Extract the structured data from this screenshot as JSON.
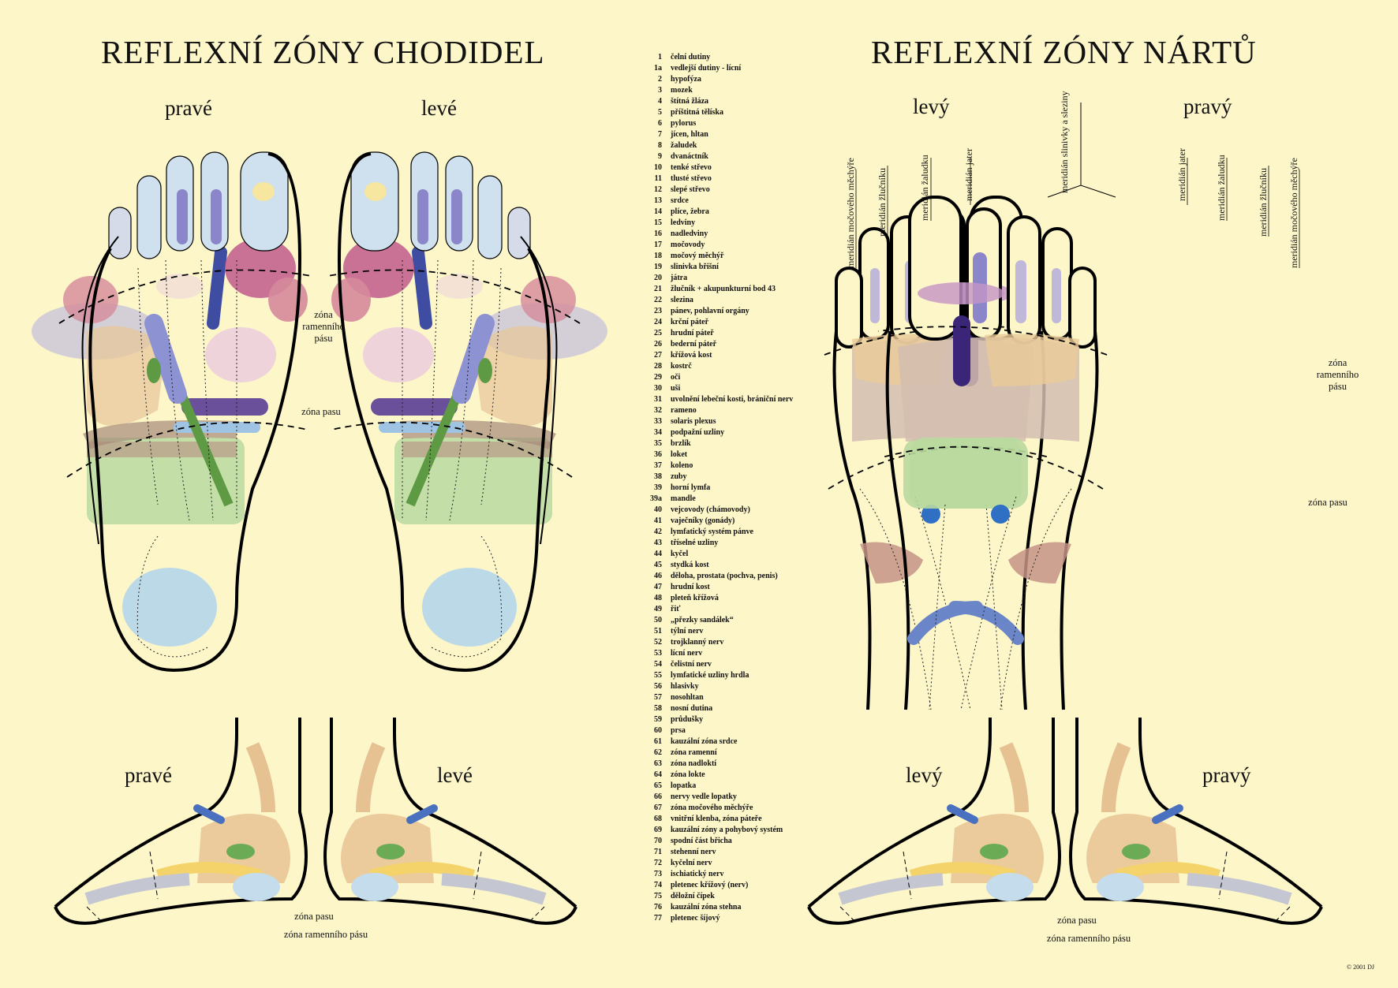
{
  "titles": {
    "soles": "REFLEXNÍ ZÓNY CHODIDEL",
    "tops": "REFLEXNÍ ZÓNY NÁRTŮ"
  },
  "side_labels": {
    "right_f": "pravé",
    "left_f": "levé",
    "left_m": "levý",
    "right_m": "pravý"
  },
  "zone_labels": {
    "shoulder": "zóna ramenního pásu",
    "waist": "zóna pasu"
  },
  "meridians": [
    "meridián močového měchýře",
    "meridián žlučníku",
    "meridián žaludku",
    "meridián jater",
    "meridián slinivky a sleziny"
  ],
  "copyright": "© 2001 DJ",
  "legend": [
    {
      "n": "1",
      "t": "čelní dutiny"
    },
    {
      "n": "1a",
      "t": "vedlejší dutiny - lícní"
    },
    {
      "n": "2",
      "t": "hypofýza"
    },
    {
      "n": "3",
      "t": "mozek"
    },
    {
      "n": "4",
      "t": "štítná žláza"
    },
    {
      "n": "5",
      "t": "příštitná tělíska"
    },
    {
      "n": "6",
      "t": "pylorus"
    },
    {
      "n": "7",
      "t": "jícen, hltan"
    },
    {
      "n": "8",
      "t": "žaludek"
    },
    {
      "n": "9",
      "t": "dvanáctník"
    },
    {
      "n": "10",
      "t": "tenké střevo"
    },
    {
      "n": "11",
      "t": "tlusté střevo"
    },
    {
      "n": "12",
      "t": "slepé střevo"
    },
    {
      "n": "13",
      "t": "srdce"
    },
    {
      "n": "14",
      "t": "plíce, žebra"
    },
    {
      "n": "15",
      "t": "ledviny"
    },
    {
      "n": "16",
      "t": "nadledviny"
    },
    {
      "n": "17",
      "t": "močovody"
    },
    {
      "n": "18",
      "t": "močový měchýř"
    },
    {
      "n": "19",
      "t": "slinivka břišní"
    },
    {
      "n": "20",
      "t": "játra"
    },
    {
      "n": "21",
      "t": "žlučník + akupunkturní bod 43"
    },
    {
      "n": "22",
      "t": "slezina"
    },
    {
      "n": "23",
      "t": "pánev, pohlavní orgány"
    },
    {
      "n": "24",
      "t": "krční páteř"
    },
    {
      "n": "25",
      "t": "hrudní páteř"
    },
    {
      "n": "26",
      "t": "bederní páteř"
    },
    {
      "n": "27",
      "t": "křížová kost"
    },
    {
      "n": "28",
      "t": "kostrč"
    },
    {
      "n": "29",
      "t": "oči"
    },
    {
      "n": "30",
      "t": "uši"
    },
    {
      "n": "31",
      "t": "uvolnění lebeční kosti, brániční nerv"
    },
    {
      "n": "32",
      "t": "rameno"
    },
    {
      "n": "33",
      "t": "solaris plexus"
    },
    {
      "n": "34",
      "t": "podpažní uzliny"
    },
    {
      "n": "35",
      "t": "brzlík"
    },
    {
      "n": "36",
      "t": "loket"
    },
    {
      "n": "37",
      "t": "koleno"
    },
    {
      "n": "38",
      "t": "zuby"
    },
    {
      "n": "39",
      "t": "horní lymfa"
    },
    {
      "n": "39a",
      "t": "mandle"
    },
    {
      "n": "40",
      "t": "vejcovody (chámovody)"
    },
    {
      "n": "41",
      "t": "vaječníky (gonády)"
    },
    {
      "n": "42",
      "t": "lymfatický systém pánve"
    },
    {
      "n": "43",
      "t": "tříselné uzliny"
    },
    {
      "n": "44",
      "t": "kyčel"
    },
    {
      "n": "45",
      "t": "stydká kost"
    },
    {
      "n": "46",
      "t": "děloha, prostata (pochva, penis)"
    },
    {
      "n": "47",
      "t": "hrudní kost"
    },
    {
      "n": "48",
      "t": "pleteň křížová"
    },
    {
      "n": "49",
      "t": "řiť"
    },
    {
      "n": "50",
      "t": "„přezky sandálek“"
    },
    {
      "n": "51",
      "t": "týlní nerv"
    },
    {
      "n": "52",
      "t": "trojklanný nerv"
    },
    {
      "n": "53",
      "t": "lícní nerv"
    },
    {
      "n": "54",
      "t": "čelistní nerv"
    },
    {
      "n": "55",
      "t": "lymfatické uzliny hrdla"
    },
    {
      "n": "56",
      "t": "hlasivky"
    },
    {
      "n": "57",
      "t": "nosohltan"
    },
    {
      "n": "58",
      "t": "nosní dutina"
    },
    {
      "n": "59",
      "t": "průdušky"
    },
    {
      "n": "60",
      "t": "prsa"
    },
    {
      "n": "61",
      "t": "kauzální zóna srdce"
    },
    {
      "n": "62",
      "t": "zóna ramenní"
    },
    {
      "n": "63",
      "t": "zóna nadloktí"
    },
    {
      "n": "64",
      "t": "zóna lokte"
    },
    {
      "n": "65",
      "t": "lopatka"
    },
    {
      "n": "66",
      "t": "nervy vedle lopatky"
    },
    {
      "n": "67",
      "t": "zóna močového měchýře"
    },
    {
      "n": "68",
      "t": "vnitřní klenba, zóna páteře"
    },
    {
      "n": "69",
      "t": "kauzální zóny a pohybový systém"
    },
    {
      "n": "70",
      "t": "spodní část břicha"
    },
    {
      "n": "71",
      "t": "stehenní nerv"
    },
    {
      "n": "72",
      "t": "kyčelní nerv"
    },
    {
      "n": "73",
      "t": "ischiatický nerv"
    },
    {
      "n": "74",
      "t": "pletenec křížový (nerv)"
    },
    {
      "n": "75",
      "t": "děložní čípek"
    },
    {
      "n": "76",
      "t": "kauzální zóna stehna"
    },
    {
      "n": "77",
      "t": "pletenec šíjový"
    }
  ]
}
